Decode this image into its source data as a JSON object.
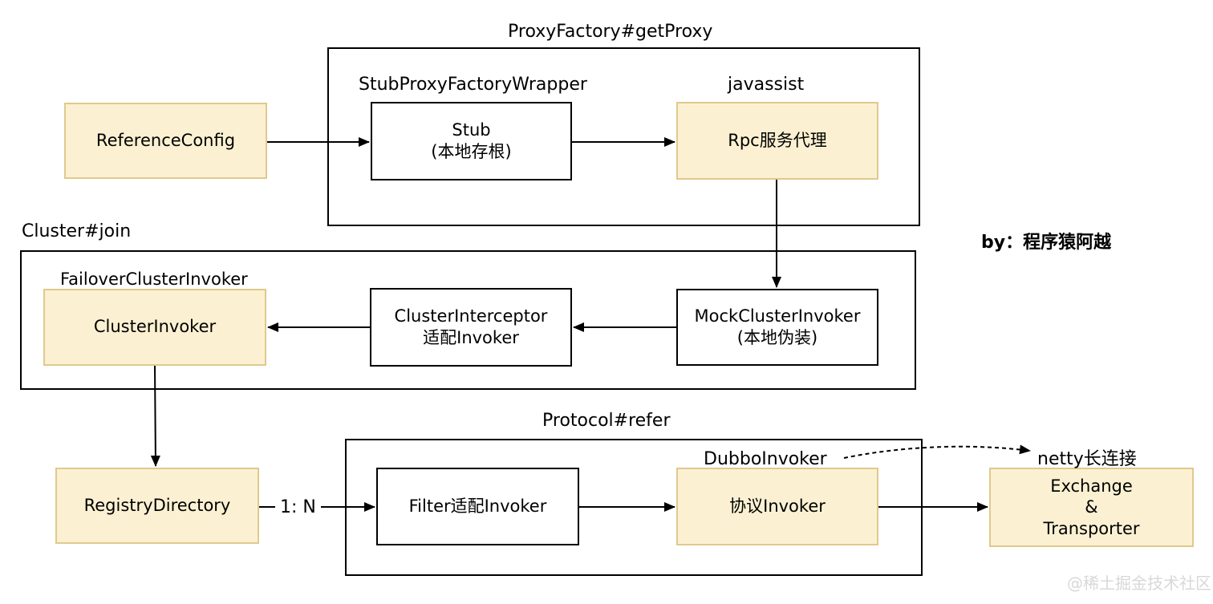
{
  "groups": {
    "proxy": {
      "title": "ProxyFactory#getProxy"
    },
    "cluster": {
      "title": "Cluster#join"
    },
    "protocol": {
      "title": "Protocol#refer"
    }
  },
  "labels": {
    "stub_wrapper": "StubProxyFactoryWrapper",
    "javassist": "javassist",
    "failover": "FailoverClusterInvoker",
    "dubbo_invoker": "DubboInvoker",
    "netty": "netty长连接",
    "one_to_n": "1: N",
    "author": "by：程序猿阿越",
    "watermark": "@稀土掘金技术社区"
  },
  "nodes": {
    "reference_config": {
      "line1": "ReferenceConfig"
    },
    "stub": {
      "line1": "Stub",
      "line2": "(本地存根)"
    },
    "rpc_proxy": {
      "line1": "Rpc服务代理"
    },
    "cluster_invoker": {
      "line1": "ClusterInvoker"
    },
    "cluster_interceptor": {
      "line1": "ClusterInterceptor",
      "line2": "适配Invoker"
    },
    "mock_cluster_invoker": {
      "line1": "MockClusterInvoker",
      "line2": "(本地伪装)"
    },
    "registry_directory": {
      "line1": "RegistryDirectory"
    },
    "filter_invoker": {
      "line1": "Filter适配Invoker"
    },
    "protocol_invoker": {
      "line1": "协议Invoker"
    },
    "exchange": {
      "line1": "Exchange",
      "line2": "&",
      "line3": "Transporter"
    }
  },
  "colors": {
    "node_fill": "#fbf1d2",
    "node_border": "#e0c98c",
    "line": "#000000",
    "watermark": "#d8d8d8"
  }
}
